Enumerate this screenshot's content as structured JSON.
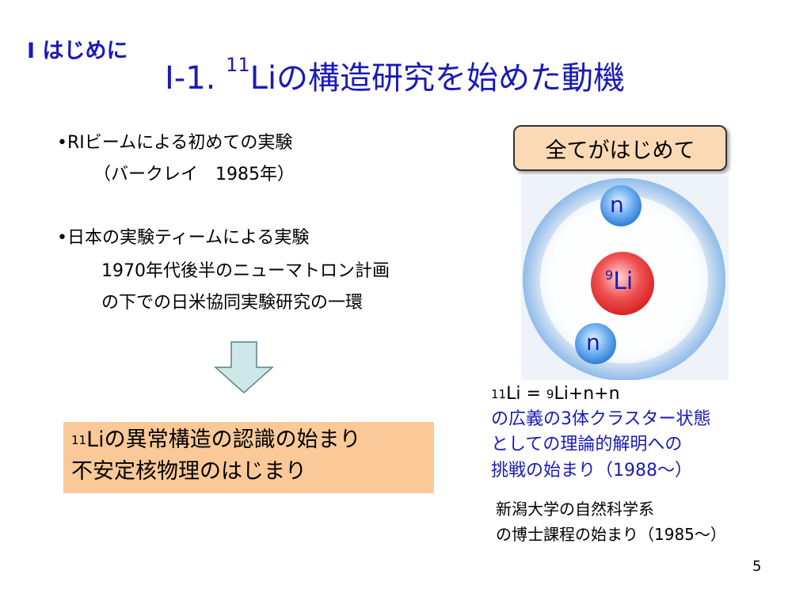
{
  "header": {
    "section_label": "I はじめに",
    "title_prefix": "I-1. ",
    "title_sup": "11",
    "title_main": "Liの構造研究を始めた動機"
  },
  "left": {
    "bullet1_line1": "•RIビームによる初めての実験",
    "bullet1_line2": "（バークレイ　1985年）",
    "bullet2_line1": "•日本の実験ティームによる実験",
    "bullet2_line2": "1970年代後半のニューマトロン計画",
    "bullet2_line3": "の下での日米協同実験研究の一環"
  },
  "result": {
    "sup": "11",
    "line1": "Liの異常構造の認識の始まり",
    "line2": "不安定核物理のはじまり"
  },
  "badge": {
    "label": "全てがはじめて"
  },
  "diagram": {
    "neutron_label": "n",
    "core_sup": "9",
    "core_label": "Li"
  },
  "right": {
    "eq_sup1": "11",
    "eq_part1": "Li = ",
    "eq_sup2": "9",
    "eq_part2": "Li+n+n",
    "blue_line1": "の広義の3体クラスター状態",
    "blue_line2": "としての理論的解明への",
    "blue_line3": "挑戦の始まり（1988〜）",
    "black_line1": "新潟大学の自然科学系",
    "black_line2": "の博士課程の始まり（1985〜）"
  },
  "page_number": "5",
  "colors": {
    "title": "#1a1ab8",
    "badge_bg": "#fbd9b4",
    "result_bg": "#fbc998",
    "arrow": "#cde8e8",
    "core": "#e83a3a",
    "neutron": "#3b8fe0"
  }
}
